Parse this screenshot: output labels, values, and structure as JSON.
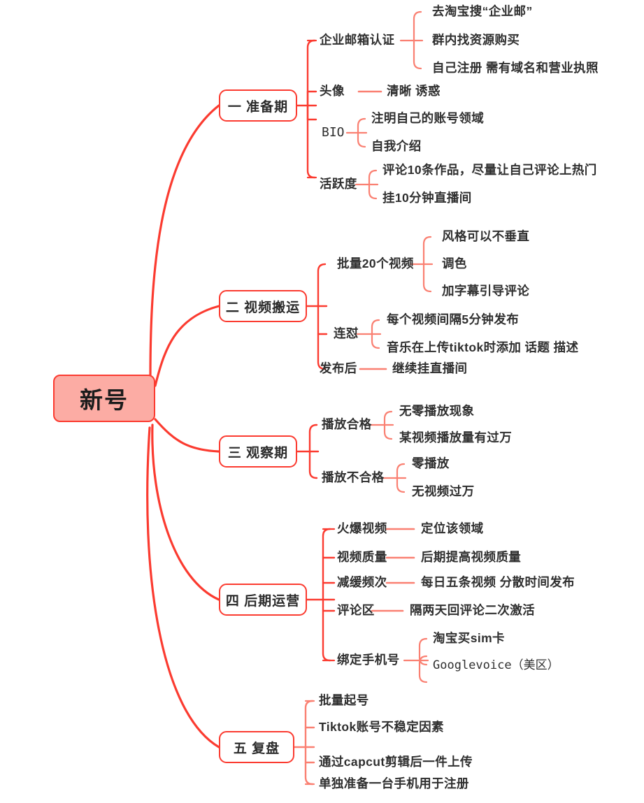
{
  "colors": {
    "root_fill": "#fcaca4",
    "node_border": "#fb3b30",
    "main_connector": "#fb3b30",
    "sub_connector": "#fa8072",
    "text": "#2f2f2f",
    "background": "#ffffff"
  },
  "root": {
    "label": "新号"
  },
  "branches": [
    {
      "label": "一  准备期",
      "children": [
        {
          "label": "企业邮箱认证",
          "children": [
            {
              "label": "去淘宝搜“企业邮”"
            },
            {
              "label": "群内找资源购买"
            },
            {
              "label": "自己注册 需有域名和营业执照"
            }
          ]
        },
        {
          "label": "头像",
          "children": [
            {
              "label": "清晰 诱惑"
            }
          ]
        },
        {
          "label": "BIO",
          "children": [
            {
              "label": "注明自己的账号领域"
            },
            {
              "label": "自我介绍"
            }
          ]
        },
        {
          "label": "活跃度",
          "children": [
            {
              "label": "评论10条作品，尽量让自己评论上热门"
            },
            {
              "label": "挂10分钟直播间"
            }
          ]
        }
      ]
    },
    {
      "label": "二  视频搬运",
      "children": [
        {
          "label": "批量20个视频",
          "children": [
            {
              "label": "风格可以不垂直"
            },
            {
              "label": "调色"
            },
            {
              "label": "加字幕引导评论"
            }
          ]
        },
        {
          "label": "连怼",
          "children": [
            {
              "label": "每个视频间隔5分钟发布"
            },
            {
              "label": "音乐在上传tiktok时添加 话题 描述"
            }
          ]
        },
        {
          "label": "发布后",
          "children": [
            {
              "label": "继续挂直播间"
            }
          ]
        }
      ]
    },
    {
      "label": "三  观察期",
      "children": [
        {
          "label": "播放合格",
          "children": [
            {
              "label": "无零播放现象"
            },
            {
              "label": "某视频播放量有过万"
            }
          ]
        },
        {
          "label": "播放不合格",
          "children": [
            {
              "label": "零播放"
            },
            {
              "label": "无视频过万"
            }
          ]
        }
      ]
    },
    {
      "label": "四  后期运营",
      "children": [
        {
          "label": "火爆视频",
          "children": [
            {
              "label": "定位该领域"
            }
          ]
        },
        {
          "label": "视频质量",
          "children": [
            {
              "label": "后期提高视频质量"
            }
          ]
        },
        {
          "label": "减缓频次",
          "children": [
            {
              "label": "每日五条视频 分散时间发布"
            }
          ]
        },
        {
          "label": "评论区",
          "children": [
            {
              "label": "隔两天回评论二次激活"
            }
          ]
        },
        {
          "label": "绑定手机号",
          "children": [
            {
              "label": "淘宝买sim卡"
            },
            {
              "label": "Googlevoice（美区）"
            }
          ]
        }
      ]
    },
    {
      "label": "五  复盘",
      "children": [
        {
          "label": "批量起号",
          "children": []
        },
        {
          "label": "Tiktok账号不稳定因素",
          "children": []
        },
        {
          "label": "通过capcut剪辑后一件上传",
          "children": []
        },
        {
          "label": "单独准备一台手机用于注册",
          "children": []
        }
      ]
    }
  ]
}
